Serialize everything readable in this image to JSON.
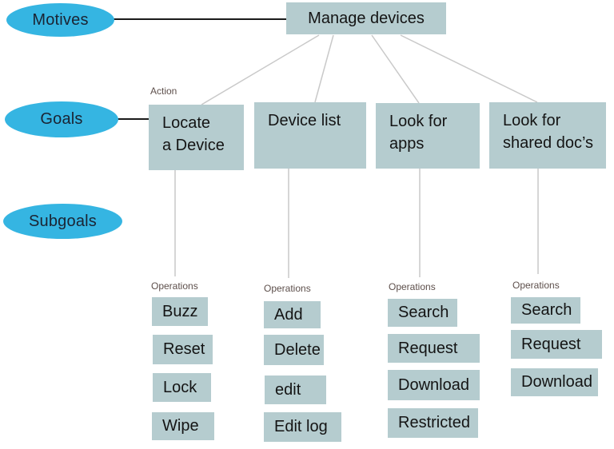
{
  "diagram": {
    "levels": {
      "motives": "Motives",
      "goals": "Goals",
      "subgoals": "Subgoals"
    },
    "action_label": "Action",
    "operations_label": "Operations",
    "root": "Manage devices",
    "goals": [
      {
        "label": "Locate\na Device",
        "operations": [
          "Buzz",
          "Reset",
          "Lock",
          "Wipe"
        ]
      },
      {
        "label": "Device list",
        "operations": [
          "Add",
          "Delete",
          "edit",
          "Edit log"
        ]
      },
      {
        "label": "Look for\napps",
        "operations": [
          "Search",
          "Request",
          "Download",
          "Restricted"
        ]
      },
      {
        "label": "Look for\nshared doc’s",
        "operations": [
          "Search",
          "Request",
          "Download"
        ]
      }
    ],
    "colors": {
      "ellipse_fill": "#35b5e2",
      "node_fill": "#b5cccf",
      "connector_gray": "#c9c9c9",
      "connector_black": "#1a1a1a",
      "small_label_text": "#5d4f4b",
      "node_text": "#141414",
      "ellipse_text": "#1b2433"
    }
  }
}
